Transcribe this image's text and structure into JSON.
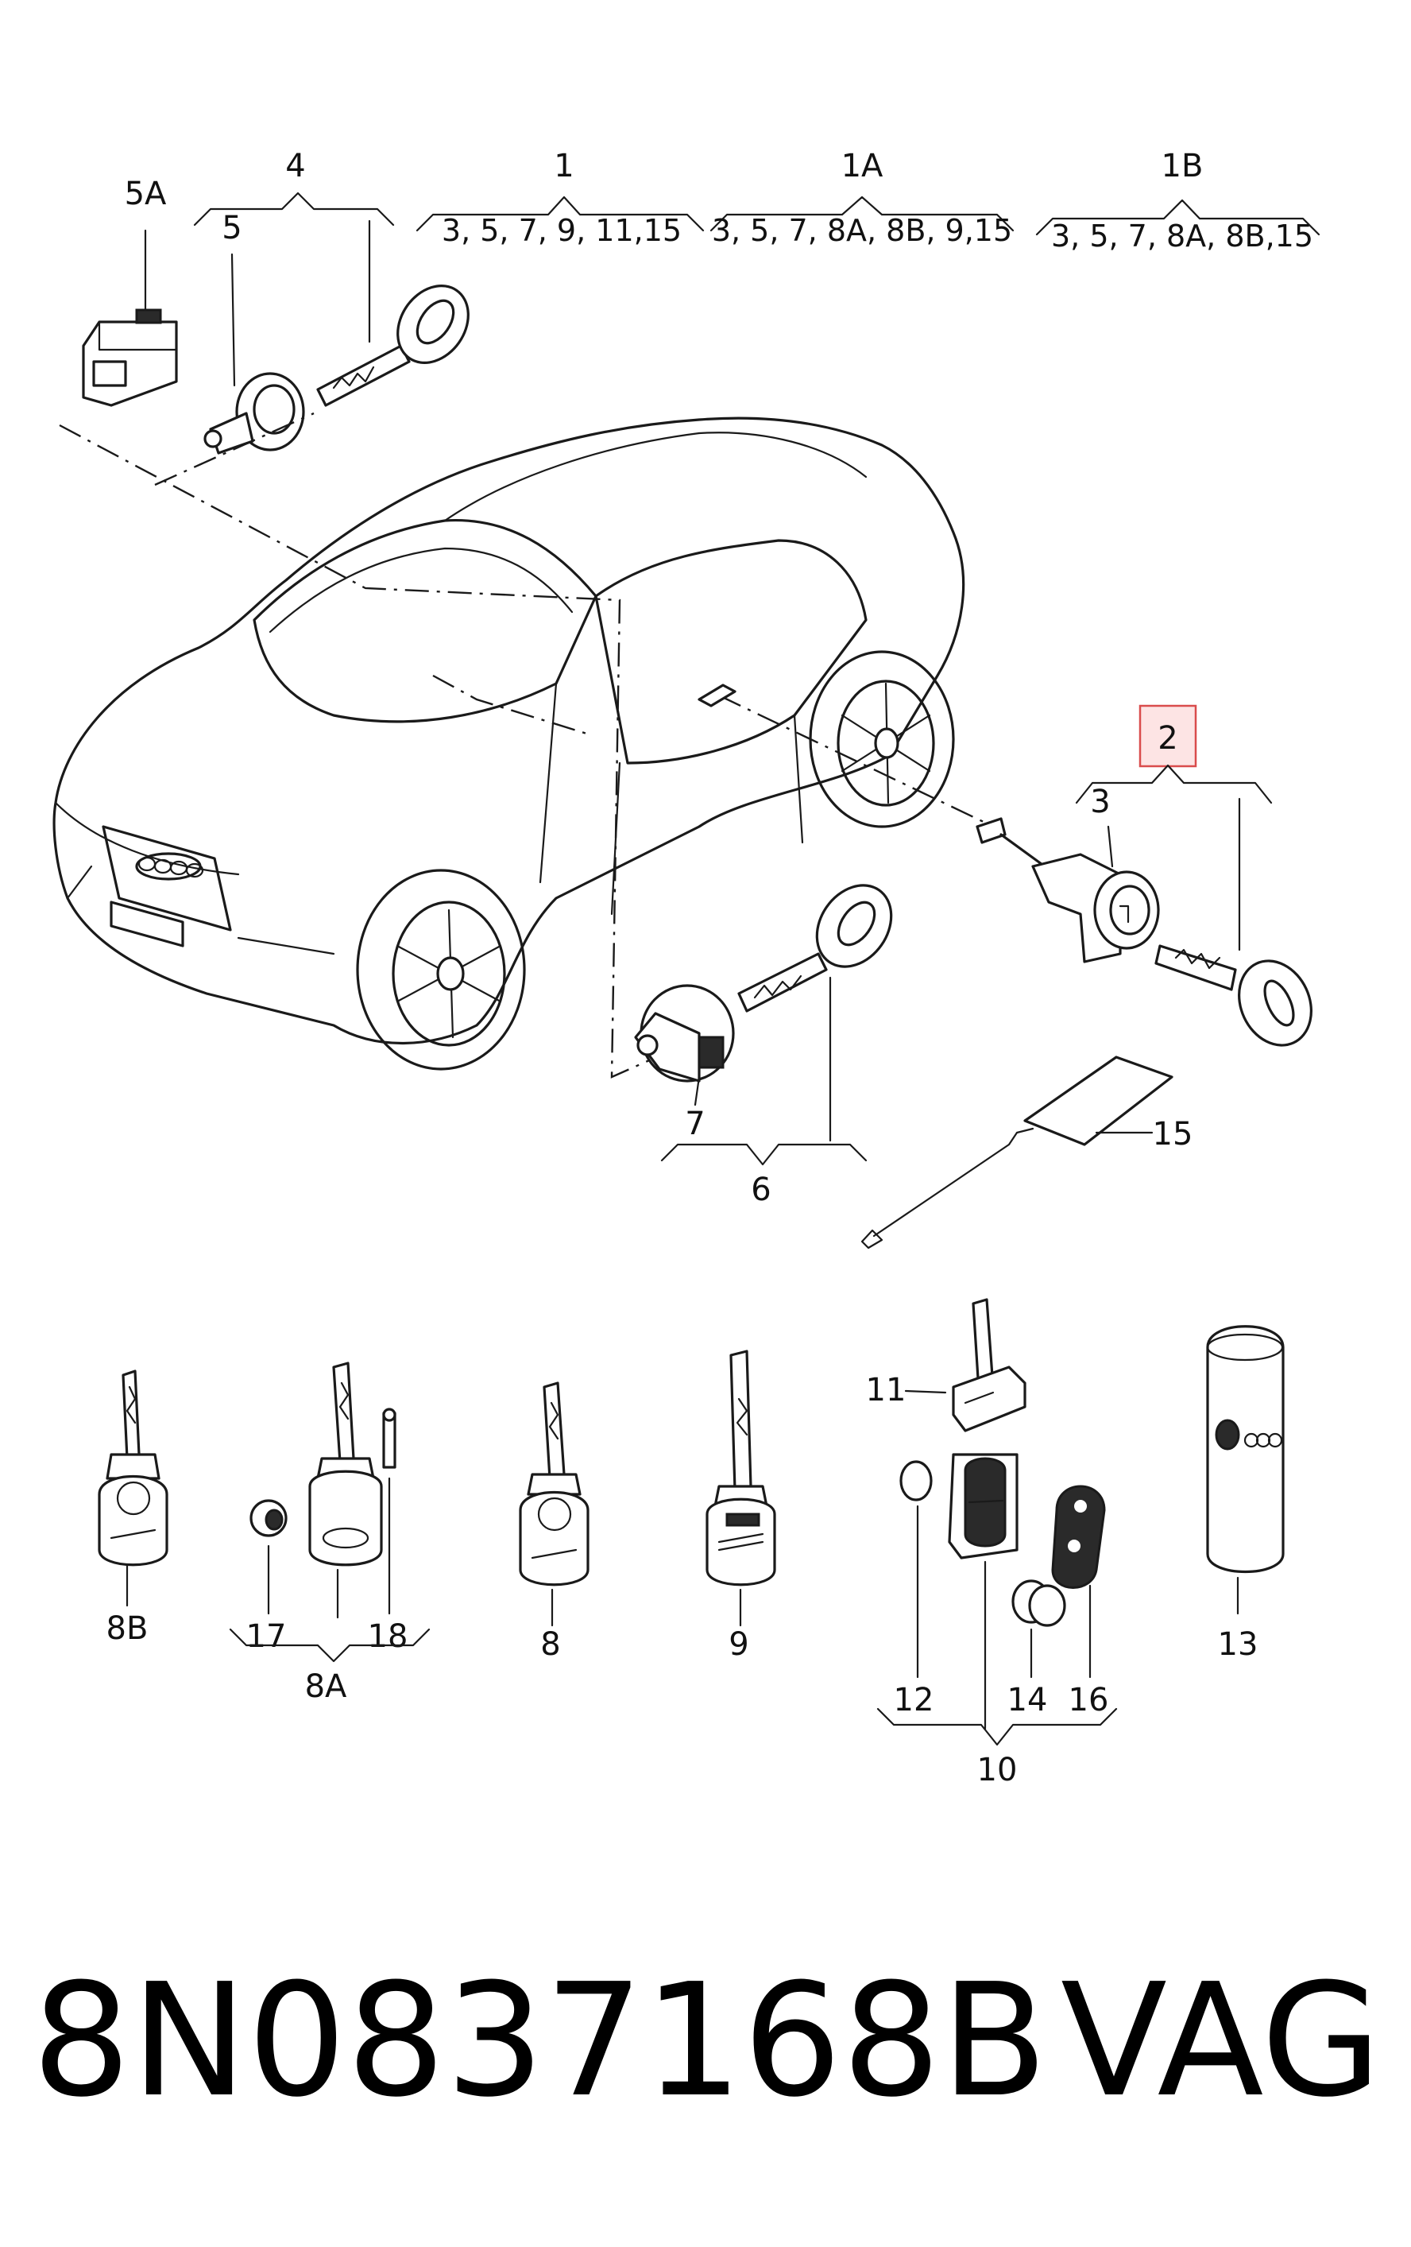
{
  "group_labels": {
    "g4": "4",
    "g1": "1",
    "g1A": "1A",
    "g1B": "1B",
    "g1_contents": "3, 5, 7, 9, 11,15",
    "g1A_contents": "3, 5, 7, 8A, 8B, 9,15",
    "g1B_contents": "3, 5, 7, 8A, 8B,15",
    "g2": "2",
    "g6": "6",
    "g8A": "8A",
    "g10": "10"
  },
  "part_labels": {
    "p5A": "5A",
    "p5": "5",
    "p3": "3",
    "p7": "7",
    "p15": "15",
    "p8B": "8B",
    "p17": "17",
    "p18": "18",
    "p8": "8",
    "p9": "9",
    "p11": "11",
    "p12": "12",
    "p14": "14",
    "p16": "16",
    "p13": "13"
  },
  "footer": {
    "part_number": "8N0837168B",
    "brand": "VAG"
  },
  "highlighted_callout": "2"
}
